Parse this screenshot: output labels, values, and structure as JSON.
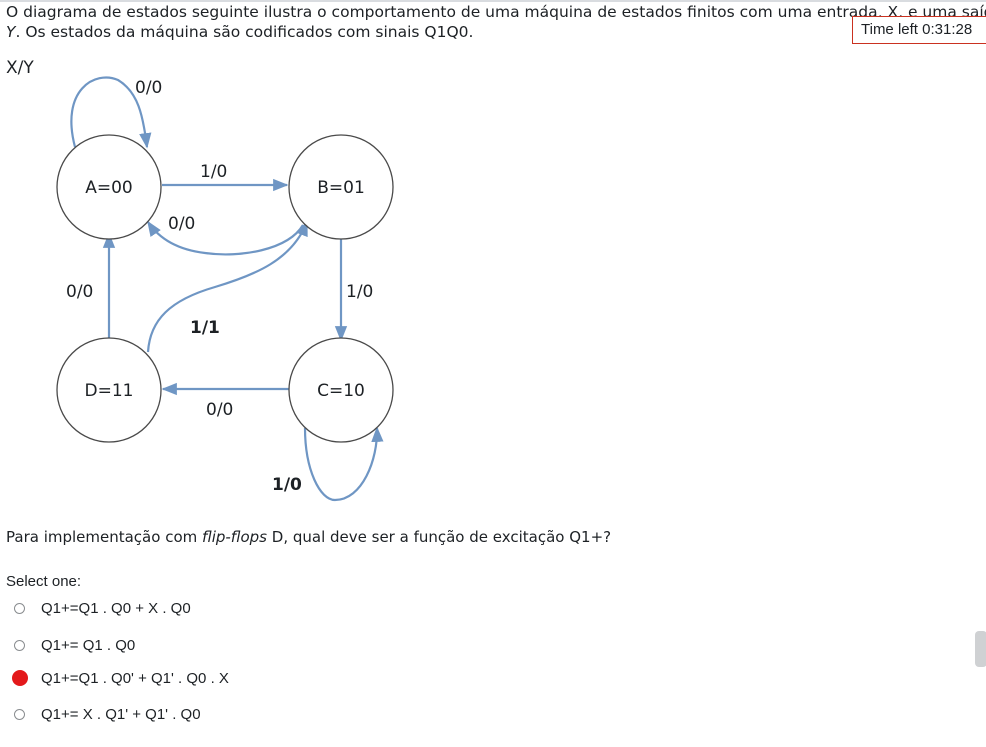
{
  "question": {
    "line1": "O diagrama de estados seguinte ilustra o comportamento de uma máquina de estados finitos com uma entrada, X, e uma saída,",
    "line2_var": "Y",
    "line2_rest": ". Os estados da máquina são codificados com sinais Q1Q0.",
    "prompt_before": "Para implementação com ",
    "prompt_emph": "flip-flops",
    "prompt_after": " D, qual deve ser a função de excitação Q1+?"
  },
  "timer": {
    "label": "Time left 0:31:28"
  },
  "diagram": {
    "legend": "X/Y",
    "states": {
      "a": "A=00",
      "b": "B=01",
      "c": "C=10",
      "d": "D=11"
    },
    "transitions": {
      "a_self": "0/0",
      "a_to_b": "1/0",
      "b_to_a": "0/0",
      "d_to_a": "0/0",
      "b_to_c": "1/0",
      "d_to_b": "1/1",
      "c_to_d": "0/0",
      "c_self": "1/0"
    },
    "colors": {
      "arrow": "#6f96c4",
      "state_border": "#4a4a4a"
    }
  },
  "select_label": "Select one:",
  "options": [
    {
      "label": "Q1+=Q1 . Q0 + X . Q0",
      "selected": false
    },
    {
      "label": "Q1+= Q1 . Q0",
      "selected": false
    },
    {
      "label": "Q1+=Q1 . Q0' + Q1' . Q0 . X",
      "selected": true
    },
    {
      "label": "Q1+= X . Q1' + Q1' . Q0",
      "selected": false
    }
  ],
  "colors": {
    "selected_radio": "#e3191b",
    "timer_border": "#ca3120"
  }
}
